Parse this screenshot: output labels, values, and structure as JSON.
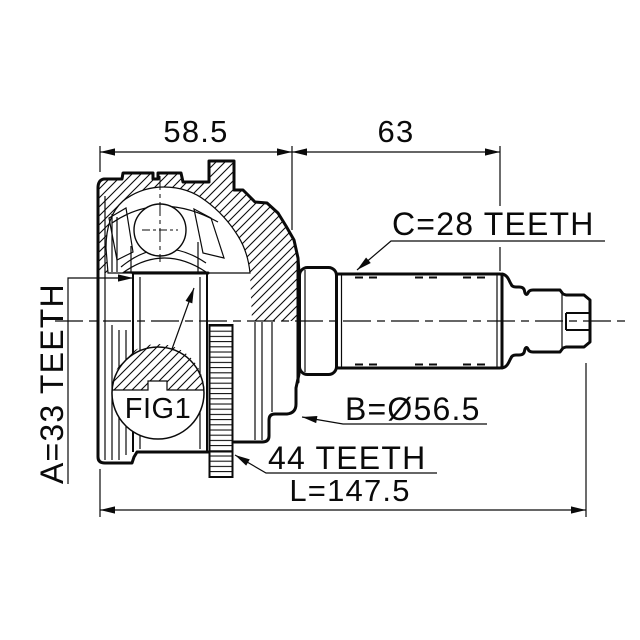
{
  "drawing": {
    "background_color": "#ffffff",
    "line_color": "#0a0a0a",
    "figure_label": "FIG1",
    "dimensions": {
      "top_left_width": "58.5",
      "top_right_width": "63",
      "overall_length": "L=147.5",
      "outer_diameter": "B=Ø56.5"
    },
    "spline_labels": {
      "inner_spline": "A=33 TEETH",
      "shaft_spline": "C=28 TEETH",
      "abs_ring": "44 TEETH"
    }
  }
}
